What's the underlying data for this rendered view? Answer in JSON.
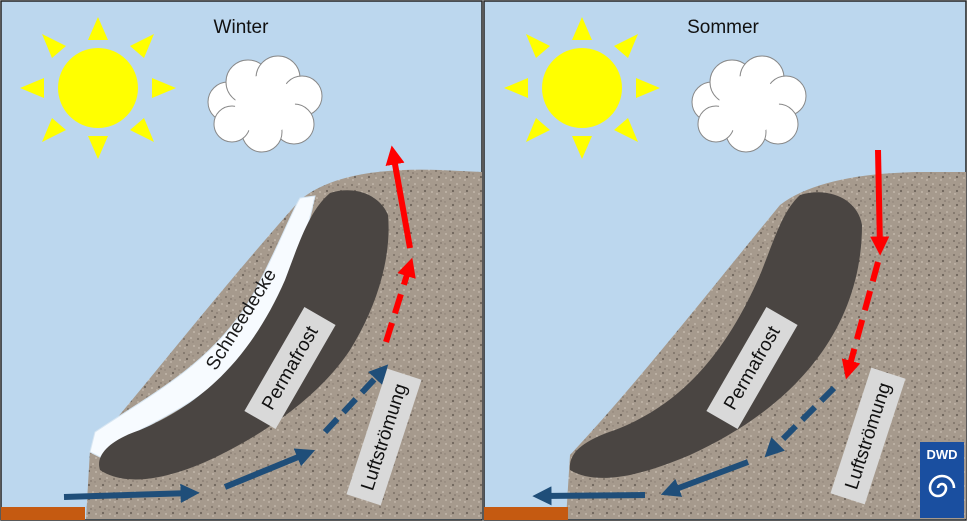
{
  "colors": {
    "sky": "#bcd7ee",
    "rock": "#a69a8d",
    "permafrost": "#4a4542",
    "snow": "#f7fbff",
    "sun": "#ffff00",
    "cold_air": "#1f4e79",
    "warm_air": "#ff0000",
    "ground_strip": "#c55a11",
    "label_box": "#d9d9d9",
    "logo_bg": "#1a4fa0"
  },
  "winter": {
    "title": "Winter",
    "snow_label": "Schneedecke",
    "permafrost_label": "Permafrost",
    "airflow_label": "Luftströmung"
  },
  "summer": {
    "title": "Sommer",
    "permafrost_label": "Permafrost",
    "airflow_label": "Luftströmung"
  },
  "logo": {
    "text": "DWD"
  }
}
